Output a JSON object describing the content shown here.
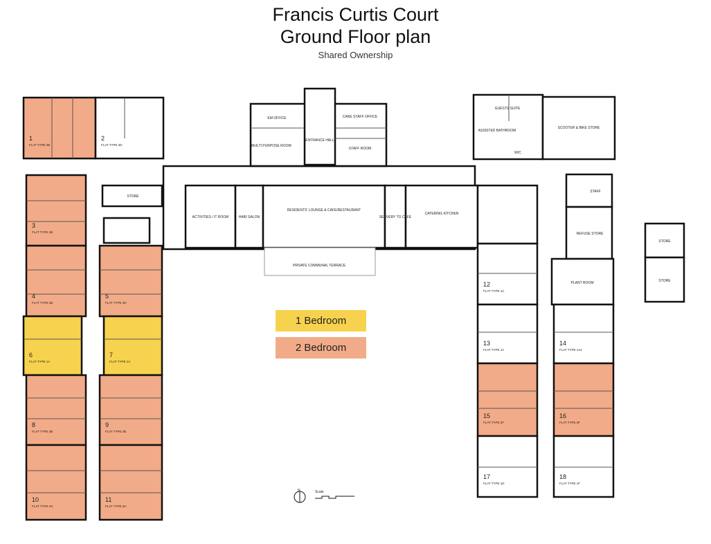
{
  "title_line1": "Francis Curtis Court",
  "title_line2": "Ground Floor plan",
  "subtitle": "Shared Ownership",
  "legend": [
    {
      "label": "1 Bedroom",
      "color": "#f7d24e"
    },
    {
      "label": "2 Bedroom",
      "color": "#f2ab88"
    }
  ],
  "flats": [
    {
      "num": "1",
      "type": "FLAT TYPE 2B",
      "bed": 2
    },
    {
      "num": "2",
      "type": "FLAT TYPE 2D",
      "bed": 0
    },
    {
      "num": "3",
      "type": "FLAT TYPE 2B",
      "bed": 2
    },
    {
      "num": "4",
      "type": "FLAT TYPE 2B",
      "bed": 2
    },
    {
      "num": "5",
      "type": "FLAT TYPE 2D",
      "bed": 2
    },
    {
      "num": "6",
      "type": "FLAT TYPE 1A",
      "bed": 1
    },
    {
      "num": "7",
      "type": "FLAT TYPE 1A",
      "bed": 1
    },
    {
      "num": "8",
      "type": "FLAT TYPE 2B",
      "bed": 2
    },
    {
      "num": "9",
      "type": "FLAT TYPE 2B",
      "bed": 2
    },
    {
      "num": "10",
      "type": "FLAT TYPE 2G",
      "bed": 2
    },
    {
      "num": "11",
      "type": "FLAT TYPE 2H",
      "bed": 2
    },
    {
      "num": "12",
      "type": "FLAT TYPE 1C",
      "bed": 0
    },
    {
      "num": "13",
      "type": "FLAT TYPE 1A",
      "bed": 0
    },
    {
      "num": "14",
      "type": "FLAT TYPE 1A2",
      "bed": 0
    },
    {
      "num": "15",
      "type": "FLAT TYPE 2F",
      "bed": 2
    },
    {
      "num": "16",
      "type": "FLAT TYPE 2F",
      "bed": 2
    },
    {
      "num": "17",
      "type": "FLAT TYPE 1D",
      "bed": 0
    },
    {
      "num": "18",
      "type": "FLAT TYPE 1F",
      "bed": 0
    }
  ],
  "rooms": {
    "em_office": "EM OFFICE",
    "multi_purpose": "MULTI PURPOSE ROOM",
    "entrance_hall": "ENTRANCE HALL",
    "care_staff_office": "CARE STAFF OFFICE",
    "staff_room": "STAFF ROOM",
    "guests_suite": "GUESTS SUITE",
    "assisted_bathroom": "ASSISTED BATHROOM",
    "wc": "W/C",
    "scooter_store": "SCOOTER & BIKE STORE",
    "store_left": "STORE",
    "activities_room": "ACTIVITIES / IT ROOM",
    "hair_salon": "HAIR SALON",
    "residents_lounge": "RESIDENTS' LOUNGE & CAFE/RESTAURANT",
    "servery": "SERVERY TO CAFE",
    "catering_kitchen": "CATERING KITCHEN",
    "staff_right": "STAFF",
    "refuse_store": "REFUSE STORE",
    "plant_room": "PLANT ROOM",
    "terrace": "PRIVATE COMMUNAL TERRACE",
    "ext_store1": "STORE",
    "ext_store2": "STORE"
  },
  "scale_label": "Scale",
  "north_label": "N"
}
